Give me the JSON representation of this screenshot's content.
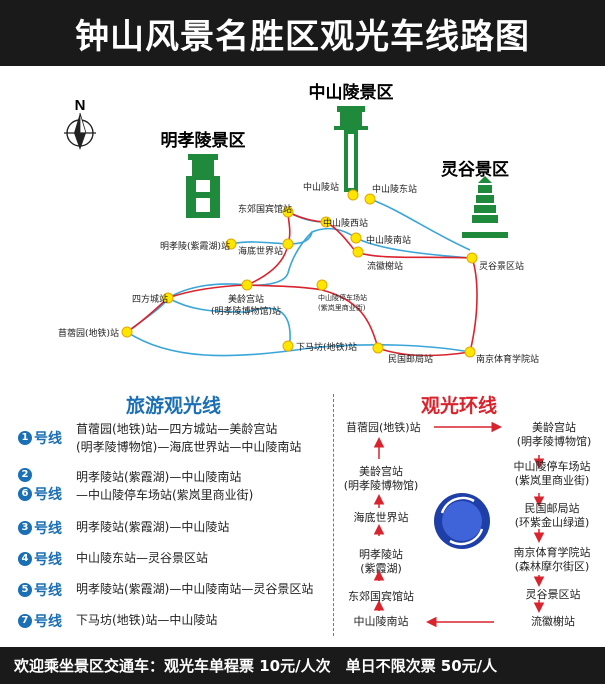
{
  "title": "钟山风景名胜区观光车线路图",
  "compass_label": "N",
  "scenic_areas": {
    "zhongshan": "中山陵景区",
    "mingxiao": "明孝陵景区",
    "linggu": "灵谷景区"
  },
  "stations": {
    "zhongshanling": "中山陵站",
    "zhongshanling_east": "中山陵东站",
    "dongjiao": "东郊国宾馆站",
    "zhongshanling_west": "中山陵西站",
    "mingxiaoling": "明孝陵(紫霞湖)站",
    "haidi": "海底世界站",
    "zhongshanling_south": "中山陵南站",
    "liuhui": "流徽榭站",
    "linggu": "灵谷景区站",
    "sifang": "四方城站",
    "meiling": "美龄宫站",
    "meiling_sub": "(明孝陵博物馆)站",
    "parking": "中山陵停车场站",
    "parking_sub": "(紫岚里商业街)",
    "muxuyuan": "苜蓿园(地铁)站",
    "xiamafang": "下马坊(地铁)站",
    "minguo": "民国邮局站",
    "sports": "南京体育学院站"
  },
  "tour_section_title": "旅游观光线",
  "loop_section_title": "观光环线",
  "tour_lines": [
    {
      "num": "1",
      "suffix": "号线",
      "lines": [
        "苜蓿园(地铁)站—四方城站—美龄宫站",
        "(明孝陵博物馆)—海底世界站—中山陵南站"
      ]
    },
    {
      "num": "2",
      "num2": "6",
      "suffix": "号线",
      "lines": [
        "明孝陵站(紫霞湖)—中山陵南站",
        "—中山陵停车场站(紫岚里商业街)"
      ]
    },
    {
      "num": "3",
      "suffix": "号线",
      "lines": [
        "明孝陵站(紫霞湖)—中山陵站"
      ]
    },
    {
      "num": "4",
      "suffix": "号线",
      "lines": [
        "中山陵东站—灵谷景区站"
      ]
    },
    {
      "num": "5",
      "suffix": "号线",
      "lines": [
        "明孝陵站(紫霞湖)—中山陵南站—灵谷景区站"
      ]
    },
    {
      "num": "7",
      "suffix": "号线",
      "lines": [
        "下马坊(地铁)站—中山陵站"
      ]
    }
  ],
  "loop_stops": {
    "muxuyuan": "苜蓿园(地铁)站",
    "meiling_r1": "美龄宫站",
    "meiling_r2": "(明孝陵博物馆)",
    "parking1": "中山陵停车场站",
    "parking2": "(紫岚里商业街)",
    "minguo1": "民国邮局站",
    "minguo2": "(环紫金山绿道)",
    "sports1": "南京体育学院站",
    "sports2": "(森林摩尔街区)",
    "linggu": "灵谷景区站",
    "liuhui": "流徽榭站",
    "meiling_l1": "美龄宫站",
    "meiling_l2": "(明孝陵博物馆)",
    "haidi": "海底世界站",
    "mingxiao1": "明孝陵站",
    "mingxiao2": "(紫霞湖)",
    "dongjiao": "东郊国宾馆站",
    "zhongshan_south": "中山陵南站"
  },
  "footer": "欢迎乘坐景区交通车：观光车单程票 10元/人次　单日不限次票 50元/人",
  "colors": {
    "background_bars": "#1a1a1a",
    "tour_blue": "#1a6fb5",
    "loop_red": "#d9232d",
    "route_cyan": "#3aa6d8",
    "station_yellow": "#ffe600",
    "monument_green": "#1f8a3b"
  }
}
